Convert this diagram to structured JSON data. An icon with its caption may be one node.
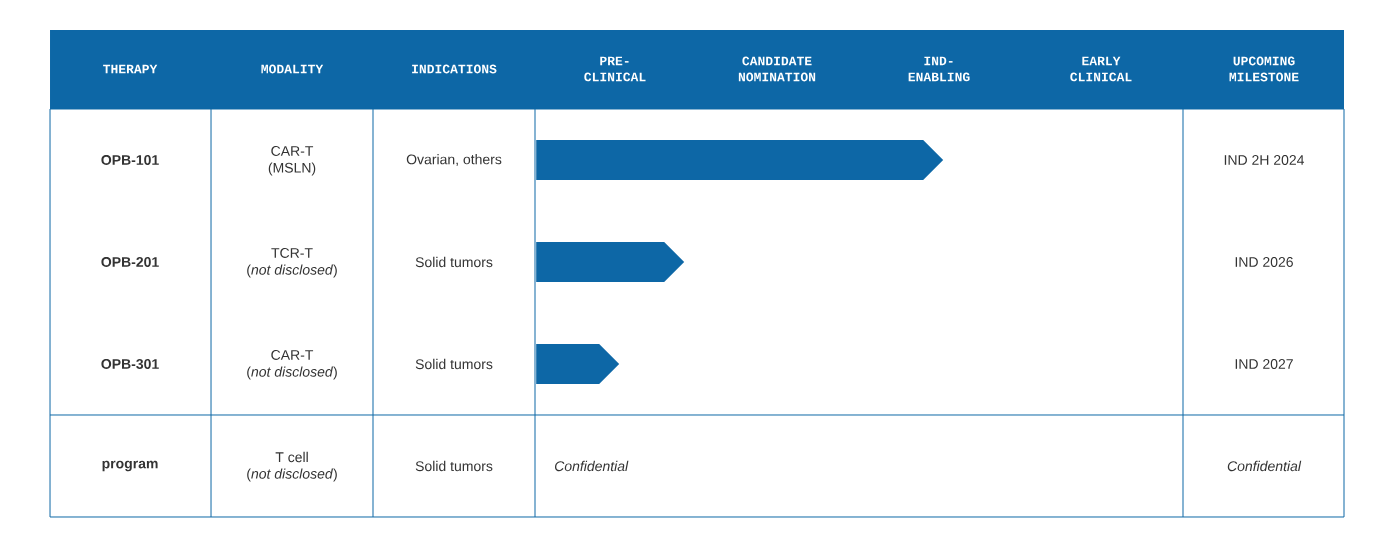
{
  "diagram": {
    "nodes": [
      {
        "text": [],
        "shape": "bar"
      },
      {
        "text": [],
        "shape": "bar"
      },
      {
        "text": [],
        "shape": "bar"
      }
    ],
    "labels": [
      "THERAPY",
      "MODALITY",
      "INDICATIONS",
      "PRE-CLINICAL",
      "CANDIDATE NOMINATION",
      "IND-ENABLING",
      "EARLY CLINICAL",
      "UPCOMING MILESTONE",
      "OPB-101",
      "CAR-T",
      "(MSLN)",
      "Ovarian, others",
      "IND 2H 2024",
      "OPB-201",
      "TCR-T",
      "(*not disclosed*)",
      "Solid tumors",
      "IND 2026",
      "OPB-301",
      "CAR-T",
      "(*not disclosed*)",
      "Solid tumors",
      "IND 2027",
      "program",
      "T cell",
      "(*not disclosed*)",
      "Solid tumors",
      "Confidential",
      "Confidential"
    ]
  }
}
